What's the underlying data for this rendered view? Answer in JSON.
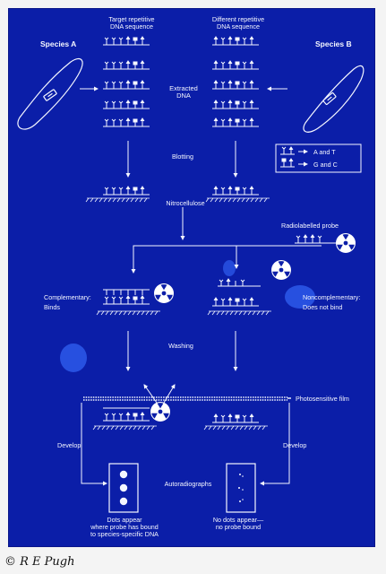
{
  "labels": {
    "target_repetitive": "Target repetitive\nDNA sequence",
    "different_repetitive": "Different repetitive\nDNA sequence",
    "species_a": "Species A",
    "species_b": "Species B",
    "extracted_dna": "Extracted\nDNA",
    "blotting": "Blotting",
    "legend_at": "A and T",
    "legend_gc": "G and C",
    "nitrocellulose": "Nitrocellulose",
    "radiolabelled_probe": "Radiolabelled probe",
    "complementary": "Complementary:\nBinds",
    "noncomplementary": "Noncomplementary:\nDoes not bind",
    "washing": "Washing",
    "photosensitive_film": "Photosensitive film",
    "develop_left": "Develop",
    "develop_right": "Develop",
    "autoradiographs": "Autoradiographs",
    "dots_appear": "Dots appear\nwhere probe has bound\nto species-specific DNA",
    "no_dots": "No dots appear—\nno probe bound"
  },
  "credit": "© R E Pugh",
  "colors": {
    "background": "#0b1ea8",
    "line": "#f5f7ff",
    "ink_spot": "#2a55e6"
  },
  "icons": [
    "radiation-symbol-icon",
    "cell-icon",
    "arrow-icon"
  ]
}
